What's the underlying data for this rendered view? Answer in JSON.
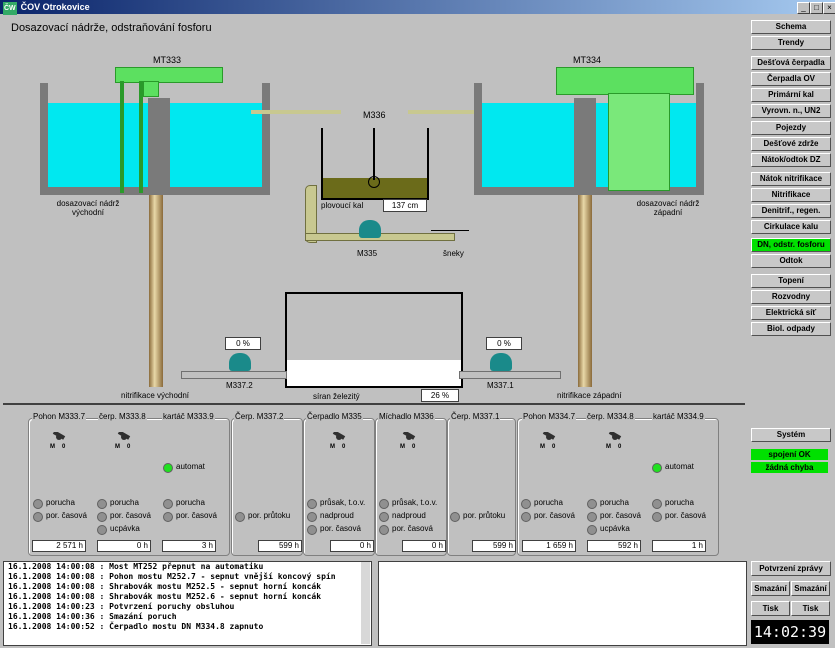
{
  "window": {
    "title": "ČOV Otrokovice",
    "logo": "ČW",
    "min": "_",
    "max": "□",
    "close": "×"
  },
  "page_title": "Dosazovací nádrže, odstraňování fosforu",
  "scheme": {
    "mt333": "MT333",
    "mt334": "MT334",
    "m336": "M336",
    "tank_east": "dosazovací nádrž\nvýchodní",
    "tank_west": "dosazovací nádrž\nzápadní",
    "floating_sludge": "plovoucí kal",
    "level_value": "137 cm",
    "m335": "M335",
    "sneky": "šneky",
    "ferric_label": "síran železitý",
    "ferric_value": "26 %",
    "m337_2": "M337.2",
    "m337_2_value": "0 %",
    "m337_1": "M337.1",
    "m337_1_value": "0 %",
    "nitr_east": "nitrifikace východní",
    "nitr_west": "nitrifikace západní"
  },
  "menu": [
    {
      "label": "Schema",
      "active": false
    },
    {
      "label": "Trendy",
      "active": false
    },
    {
      "label": "Dešťová čerpadla",
      "active": false
    },
    {
      "label": "Čerpadla OV",
      "active": false
    },
    {
      "label": "Primární kal",
      "active": false
    },
    {
      "label": "Vyrovn. n., UN2",
      "active": false
    },
    {
      "label": "Pojezdy",
      "active": false
    },
    {
      "label": "Dešťové zdrže",
      "active": false
    },
    {
      "label": "Nátok/odtok DZ",
      "active": false
    },
    {
      "label": "Nátok nitrifikace",
      "active": false
    },
    {
      "label": "Nitrifikace",
      "active": false
    },
    {
      "label": "Denitrif., regen.",
      "active": false
    },
    {
      "label": "Cirkulace kalu",
      "active": false
    },
    {
      "label": "DN, odstr. fosforu",
      "active": true
    },
    {
      "label": "Odtok",
      "active": false
    },
    {
      "label": "Topení",
      "active": false
    },
    {
      "label": "Rozvodny",
      "active": false
    },
    {
      "label": "Elektrická síť",
      "active": false
    },
    {
      "label": "Biol. odpady",
      "active": false
    }
  ],
  "system": {
    "button": "Systém",
    "status1": "spojení OK",
    "status2": "žádná chyba"
  },
  "panels": {
    "p1": {
      "t1": "Pohon M333.7",
      "t2": "čerp. M333.8",
      "t3": "kartáč M333.9",
      "automat": "automat",
      "porucha": "porucha",
      "porcas": "por. časová",
      "ucpavka": "ucpávka",
      "c1": "2 571 h",
      "c2": "0 h",
      "c3": "3 h"
    },
    "p2": {
      "t": "Čerp. M337.2",
      "porprut": "por. průtoku",
      "c": "599 h"
    },
    "p3": {
      "t": "Čerpadlo M335",
      "prusak": "průsak, t.o.v.",
      "nadproud": "nadproud",
      "porcas": "por. časová",
      "c": "0 h"
    },
    "p4": {
      "t": "Míchadlo M336",
      "prusak": "průsak, t.o.v.",
      "nadproud": "nadproud",
      "porcas": "por. časová",
      "c": "0 h"
    },
    "p5": {
      "t": "Čerp. M337.1",
      "porprut": "por. průtoku",
      "c": "599 h"
    },
    "p6": {
      "t1": "Pohon M334.7",
      "t2": "čerp. M334.8",
      "t3": "kartáč M334.9",
      "automat": "automat",
      "porucha": "porucha",
      "porcas": "por. časová",
      "ucpavka": "ucpávka",
      "c1": "1 659 h",
      "c2": "592 h",
      "c3": "1 h"
    },
    "sw_m": "M",
    "sw_0": "0"
  },
  "log": [
    "16.1.2008 14:00:08 : Most MT252 přepnut na automatiku",
    "16.1.2008 14:00:08 : Pohon mostu M252.7 - sepnut vnější koncový spín",
    "16.1.2008 14:00:08 : Shrabovák mostu M252.5 - sepnut horní koncák",
    "16.1.2008 14:00:08 : Shrabovák mostu M252.6 - sepnut horní koncák",
    "16.1.2008 14:00:23 : Potvrzení poruchy obsluhou",
    "16.1.2008 14:00:36 : Smazání poruch",
    "16.1.2008 14:00:52 : Čerpadlo mostu DN M334.8 zapnuto"
  ],
  "buttons": {
    "confirm": "Potvrzení zprávy",
    "delete1": "Smazání",
    "delete2": "Smazání",
    "print1": "Tisk",
    "print2": "Tisk"
  },
  "clock": "14:02:39"
}
